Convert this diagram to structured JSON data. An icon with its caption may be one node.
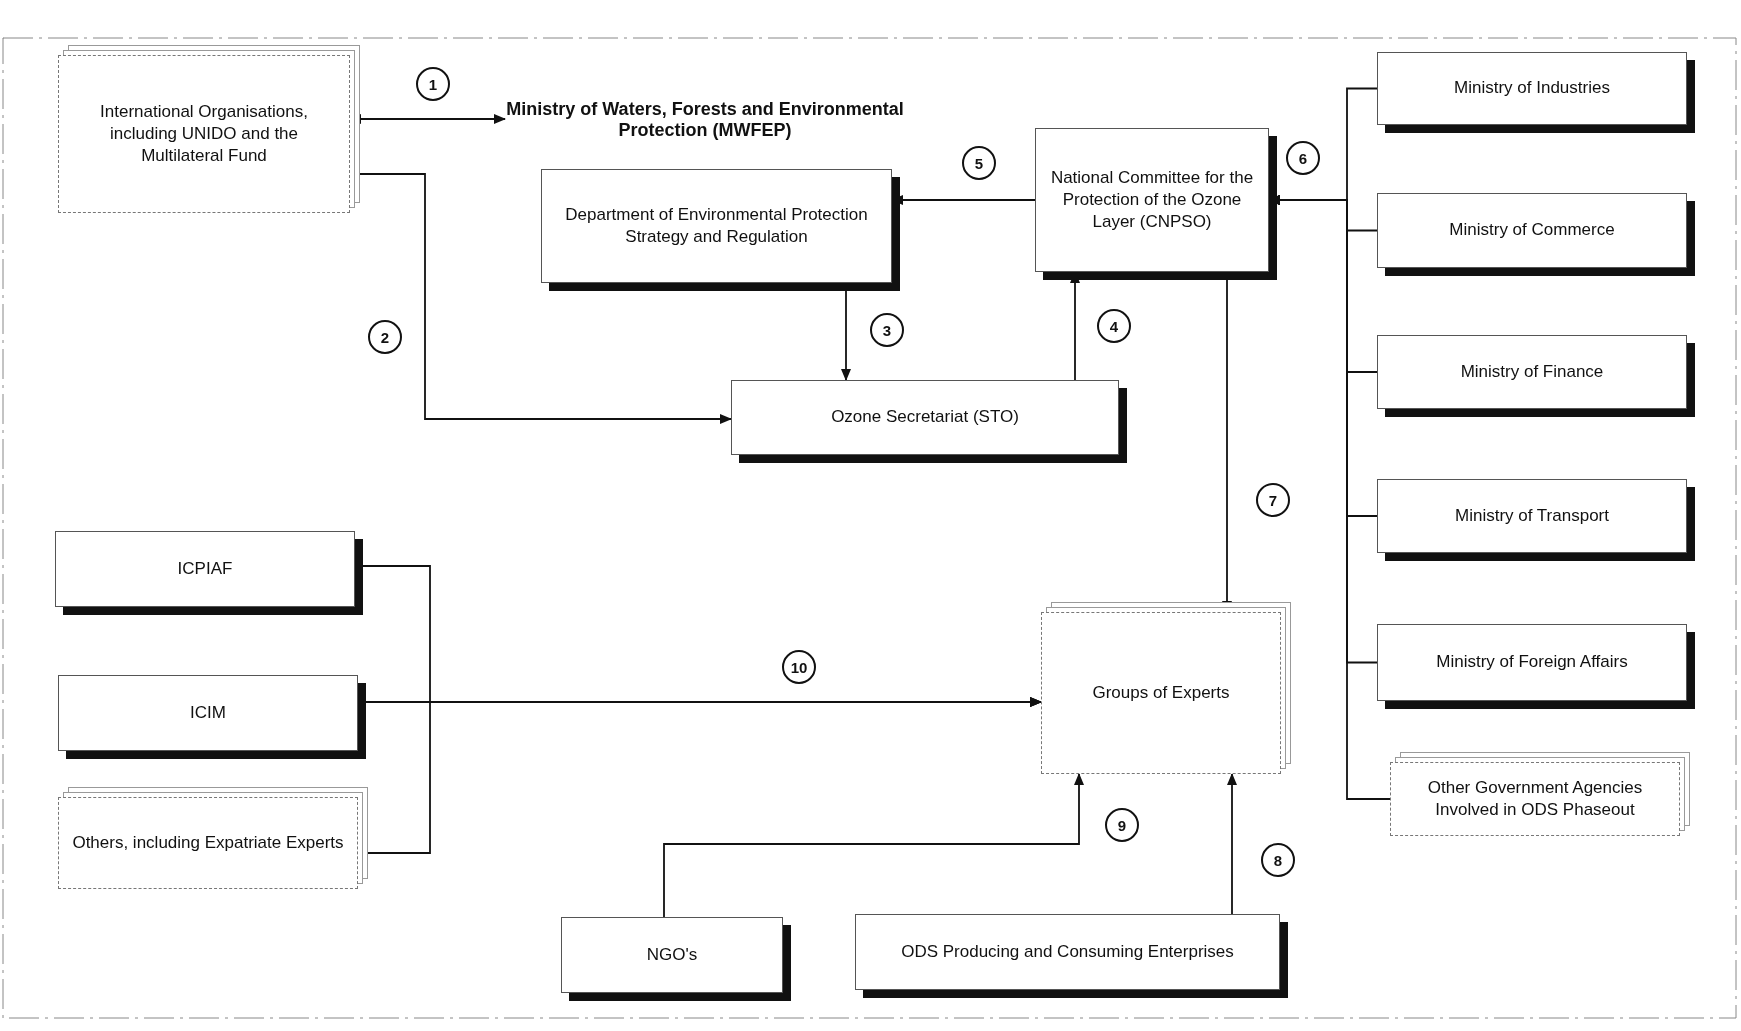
{
  "diagram": {
    "nodes": [
      {
        "text": [
          "International Organisations, including UNIDO and the Multilateral Fund"
        ]
      },
      {
        "text": [
          "Ministry of Waters, Forests and Environmental Protection (MWFEP)"
        ]
      },
      {
        "text": [
          "Department of Environmental Protection Strategy and Regulation"
        ]
      },
      {
        "text": [
          "Ozone Secretariat (STO)"
        ]
      },
      {
        "text": [
          "National Committee for the Protection of the Ozone Layer (CNPSO)"
        ]
      },
      {
        "text": [
          "Ministry of Industries"
        ]
      },
      {
        "text": [
          "Ministry of Commerce"
        ]
      },
      {
        "text": [
          "Ministry of Finance"
        ]
      },
      {
        "text": [
          "Ministry of Transport"
        ]
      },
      {
        "text": [
          "Ministry of Foreign Affairs"
        ]
      },
      {
        "text": [
          "Other Government Agencies Involved in ODS Phaseout"
        ]
      },
      {
        "text": [
          "Groups of Experts"
        ]
      },
      {
        "text": [
          "ICPIAF"
        ]
      },
      {
        "text": [
          "ICIM"
        ]
      },
      {
        "text": [
          "Others, including Expatriate Experts"
        ]
      },
      {
        "text": [
          "NGO's"
        ]
      },
      {
        "text": [
          "ODS Producing and Consuming Enterprises"
        ]
      }
    ],
    "edges": [
      {
        "from": 0,
        "to": 1,
        "arrow": "both",
        "label": "1"
      },
      {
        "from": 0,
        "to": 3,
        "arrow": "to",
        "label": "2"
      },
      {
        "from": 2,
        "to": 3,
        "arrow": "to",
        "label": "3"
      },
      {
        "from": 3,
        "to": 4,
        "arrow": "to",
        "label": "4"
      },
      {
        "from": 4,
        "to": 2,
        "arrow": "to",
        "label": "5"
      },
      {
        "from": 5,
        "to": 4,
        "arrow": "to",
        "label": "6"
      },
      {
        "from": 6,
        "to": 4,
        "arrow": "to"
      },
      {
        "from": 7,
        "to": 4,
        "arrow": "to"
      },
      {
        "from": 8,
        "to": 4,
        "arrow": "to"
      },
      {
        "from": 9,
        "to": 4,
        "arrow": "to"
      },
      {
        "from": 10,
        "to": 4,
        "arrow": "to"
      },
      {
        "from": 4,
        "to": 11,
        "arrow": "to",
        "label": "7"
      },
      {
        "from": 16,
        "to": 11,
        "arrow": "to",
        "label": "8"
      },
      {
        "from": 15,
        "to": 11,
        "arrow": "to",
        "label": "9"
      },
      {
        "from": 12,
        "to": 11,
        "arrow": "to"
      },
      {
        "from": 13,
        "to": 11,
        "arrow": "to",
        "label": "10"
      },
      {
        "from": 14,
        "to": 11,
        "arrow": "to"
      }
    ]
  }
}
